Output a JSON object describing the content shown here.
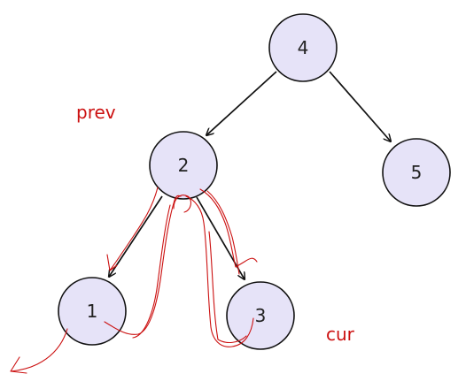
{
  "colors": {
    "node_fill": "#e6e3f8",
    "node_stroke": "#111111",
    "edge": "#111111",
    "annotation": "#cc1111"
  },
  "nodes": [
    {
      "id": "n4",
      "label": "4"
    },
    {
      "id": "n2",
      "label": "2"
    },
    {
      "id": "n5",
      "label": "5"
    },
    {
      "id": "n1",
      "label": "1"
    },
    {
      "id": "n3",
      "label": "3"
    }
  ],
  "edges": [
    {
      "from": "4",
      "to": "2"
    },
    {
      "from": "4",
      "to": "5"
    },
    {
      "from": "2",
      "to": "1"
    },
    {
      "from": "2",
      "to": "3"
    }
  ],
  "annotations": {
    "prev": "prev",
    "cur": "cur"
  }
}
